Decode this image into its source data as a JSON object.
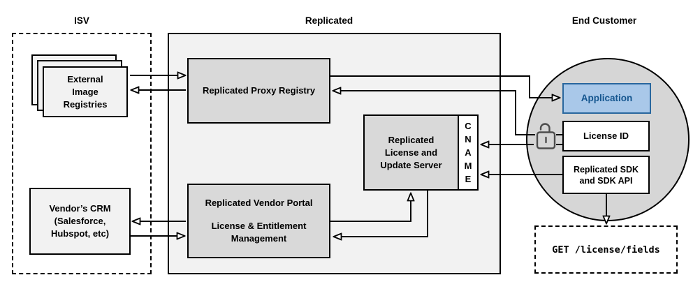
{
  "titles": {
    "isv": "ISV",
    "replicated": "Replicated",
    "end_customer": "End Customer"
  },
  "nodes": {
    "registries": {
      "lines": [
        "External",
        "Image",
        "Registries"
      ]
    },
    "crm": {
      "lines": [
        "Vendor’s CRM",
        "(Salesforce,",
        "Hubspot, etc)"
      ]
    },
    "proxy": {
      "label": "Replicated Proxy Registry"
    },
    "portal": {
      "title": "Replicated Vendor Portal",
      "subtitle_line1": "License & Entitlement",
      "subtitle_line2": "Management"
    },
    "server": {
      "lines": [
        "Replicated",
        "License and",
        "Update Server"
      ]
    },
    "cname": {
      "letters": [
        "C",
        "N",
        "A",
        "M",
        "E"
      ]
    },
    "application": {
      "label": "Application"
    },
    "license_id": {
      "label": "License ID"
    },
    "sdk": {
      "lines": [
        "Replicated SDK",
        "and SDK API"
      ]
    },
    "endpoint": {
      "label": "GET /license/fields"
    }
  },
  "icons": {
    "lock": "unlocked-padlock"
  },
  "colors": {
    "application_fill": "#a9c8e9",
    "application_border": "#29679e",
    "application_text": "#15568f",
    "box_gray": "#d9d9d9",
    "container_gray": "#f2f2f2",
    "light_box": "#f2f2f2",
    "circle_gray": "#d6d6d6",
    "line": "#000000",
    "lock_icon": "#4d4d4d"
  }
}
